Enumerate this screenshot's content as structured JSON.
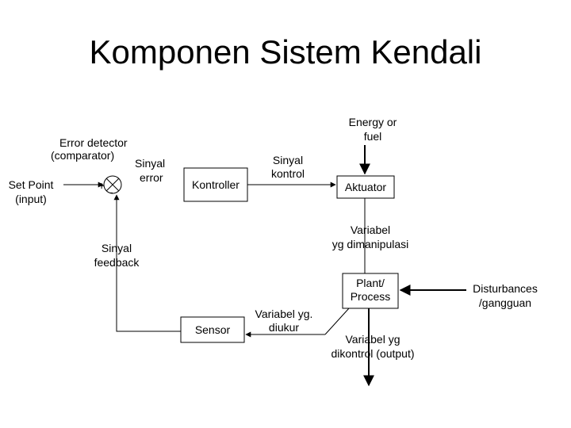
{
  "title": "Komponen Sistem Kendali",
  "labels": {
    "error_detector_1": "Error detector",
    "error_detector_2": "(comparator)",
    "sinyal_error_1": "Sinyal",
    "sinyal_error_2": "error",
    "set_point_1": "Set Point",
    "set_point_2": "(input)",
    "plus": "+",
    "minus": "-",
    "kontroller": "Kontroller",
    "sinyal_kontrol_1": "Sinyal",
    "sinyal_kontrol_2": "kontrol",
    "energy_1": "Energy or",
    "energy_2": "fuel",
    "aktuator": "Aktuator",
    "variabel_manip_1": "Variabel",
    "variabel_manip_2": "yg dimanipulasi",
    "sinyal_feedback_1": "Sinyal",
    "sinyal_feedback_2": "feedback",
    "plant_1": "Plant/",
    "plant_2": "Process",
    "disturbances_1": "Disturbances",
    "disturbances_2": "/gangguan",
    "sensor": "Sensor",
    "variabel_diukur_1": "Variabel yg.",
    "variabel_diukur_2": "diukur",
    "variabel_dikontrol_1": "Variabel yg",
    "variabel_dikontrol_2": "dikontrol (output)"
  }
}
